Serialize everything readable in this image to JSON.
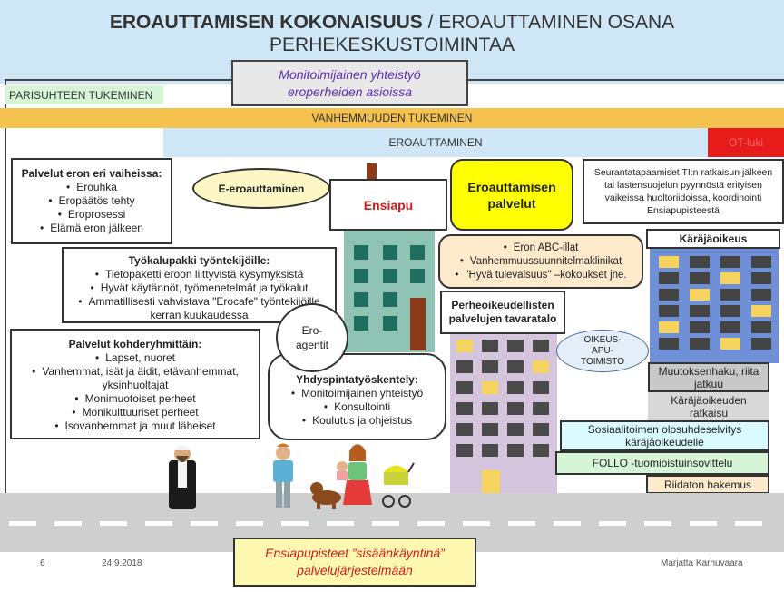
{
  "header": {
    "title_bold": "EROAUTTAMISEN KOKONAISUUS",
    "title_separator": " / ",
    "title_rest": "EROAUTTAMINEN OSANA PERHEKESKUSTOIMINTAA"
  },
  "bands": {
    "multi_line1": "Monitoimijainen yhteistyö",
    "multi_line2": "eroperheiden asioissa",
    "parisuhde": "PARISUHTEEN TUKEMINEN",
    "vanhemmuus": "VANHEMMUUDEN TUKEMINEN",
    "eroauttaminen": "EROAUTTAMINEN",
    "ot_luki": "OT-luki"
  },
  "palvelut_ero": {
    "title": "Palvelut eron eri vaiheissa:",
    "items": [
      "Erouhka",
      "Eropäätös tehty",
      "Eroprosessi",
      "Elämä eron jälkeen"
    ]
  },
  "tyokalupakki": {
    "title": "Työkalupakki työntekijöille:",
    "items": [
      "Tietopaketti eroon liittyvistä kysymyksistä",
      "Hyvät käytännöt, työmenetelmät ja työkalut",
      "Ammatillisesti vahvistava \"Erocafe\" työntekijöille kerran kuukaudessa"
    ]
  },
  "kohderyhmat": {
    "title": "Palvelut kohderyhmittäin:",
    "items": [
      "Lapset, nuoret",
      "Vanhemmat, isät ja äidit, etävanhemmat, yksinhuoltajat",
      "Monimuotoiset perheet",
      "Monikulttuuriset perheet",
      "Isovanhemmat ja muut läheiset"
    ]
  },
  "center": {
    "e_eroauttaminen": "E-eroauttaminen",
    "ensiapu": "Ensiapu",
    "eroauttamisen_palvelut_1": "Eroauttamisen",
    "eroauttamisen_palvelut_2": "palvelut",
    "ero_agentit_1": "Ero-",
    "ero_agentit_2": "agentit"
  },
  "seuranta": "Seurantatapaamiset TI:n ratkaisun jälkeen tai lastensuojelun pyynnöstä erityisen vaikeissa huoltoriidoissa, koordinointi Ensiapupisteestä",
  "abc": {
    "items": [
      "Eron ABC-illat",
      "Vanhemmuussuunnitelmaklinikat",
      "\"Hyvä tulevaisuus\" –kokoukset jne."
    ]
  },
  "perheoikeus": {
    "line1": "Perheoikeudellisten",
    "line2": "palvelujen tavaratalo"
  },
  "yhdyspinta": {
    "title": "Yhdyspintatyöskentely:",
    "items": [
      "Monitoimijainen yhteistyö",
      "Konsultointi",
      "Koulutus ja ohjeistus"
    ]
  },
  "oikeusapu": {
    "line1": "OIKEUS-",
    "line2": "APU-",
    "line3": "TOIMISTO"
  },
  "karajaoikeus": {
    "title": "Käräjäoikeus",
    "muutoksenhaku_1": "Muutoksenhaku, riita",
    "muutoksenhaku_2": "jatkuu",
    "ratkaisu_1": "Käräjäoikeuden",
    "ratkaisu_2": "ratkaisu",
    "sosiaali_1": "Sosiaalitoimen olosuhdeselvitys",
    "sosiaali_2": "käräjäoikeudelle",
    "follo": "FOLLO -tuomioistuinsovittelu",
    "riidaton": "Riidaton hakemus"
  },
  "bottom": {
    "ensiapupisteet_1": "Ensiapupisteet ”sisäänkäyntinä”",
    "ensiapupisteet_2": "palvelujärjestelmään",
    "slide_number": "6",
    "date": "24.9.2018",
    "author": "Marjatta Karhuvaara"
  },
  "colors": {
    "title_band": "#cfe6f7",
    "parisuhde": "#d6f5d6",
    "vanhemmuus": "#f6c24f",
    "ot_luki": "#e81b1b",
    "eroauttamisen_palvelut": "#ffff00",
    "road": "#cfcfcf"
  }
}
